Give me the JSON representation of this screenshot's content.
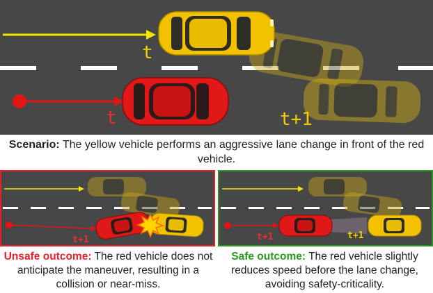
{
  "colors": {
    "road": "#474747",
    "yellow_vehicle": "#f2c200",
    "red_vehicle": "#e01818",
    "arrow_yellow": "#f5e800",
    "arrow_red": "#e31414",
    "unsafe_border": "#e8202a",
    "safe_border": "#2a9a1f",
    "collision": "#ffd400"
  },
  "top_scene": {
    "label_yellow_t": "t",
    "label_red_t": "t",
    "label_future": "t+1"
  },
  "caption": {
    "bold": "Scenario:",
    "text": " The yellow vehicle performs an aggressive lane change in front of the red vehicle."
  },
  "unsafe": {
    "label_future": "t+1",
    "title": "Unsafe outcome:",
    "text": " The red vehicle does not anticipate the maneuver, resulting in a collision or near-miss."
  },
  "safe": {
    "label_future_red": "t+1",
    "label_future_yellow": "t+1",
    "title": "Safe outcome:",
    "text": " The red vehicle slightly reduces speed before the lane change, avoiding safety-criticality."
  }
}
